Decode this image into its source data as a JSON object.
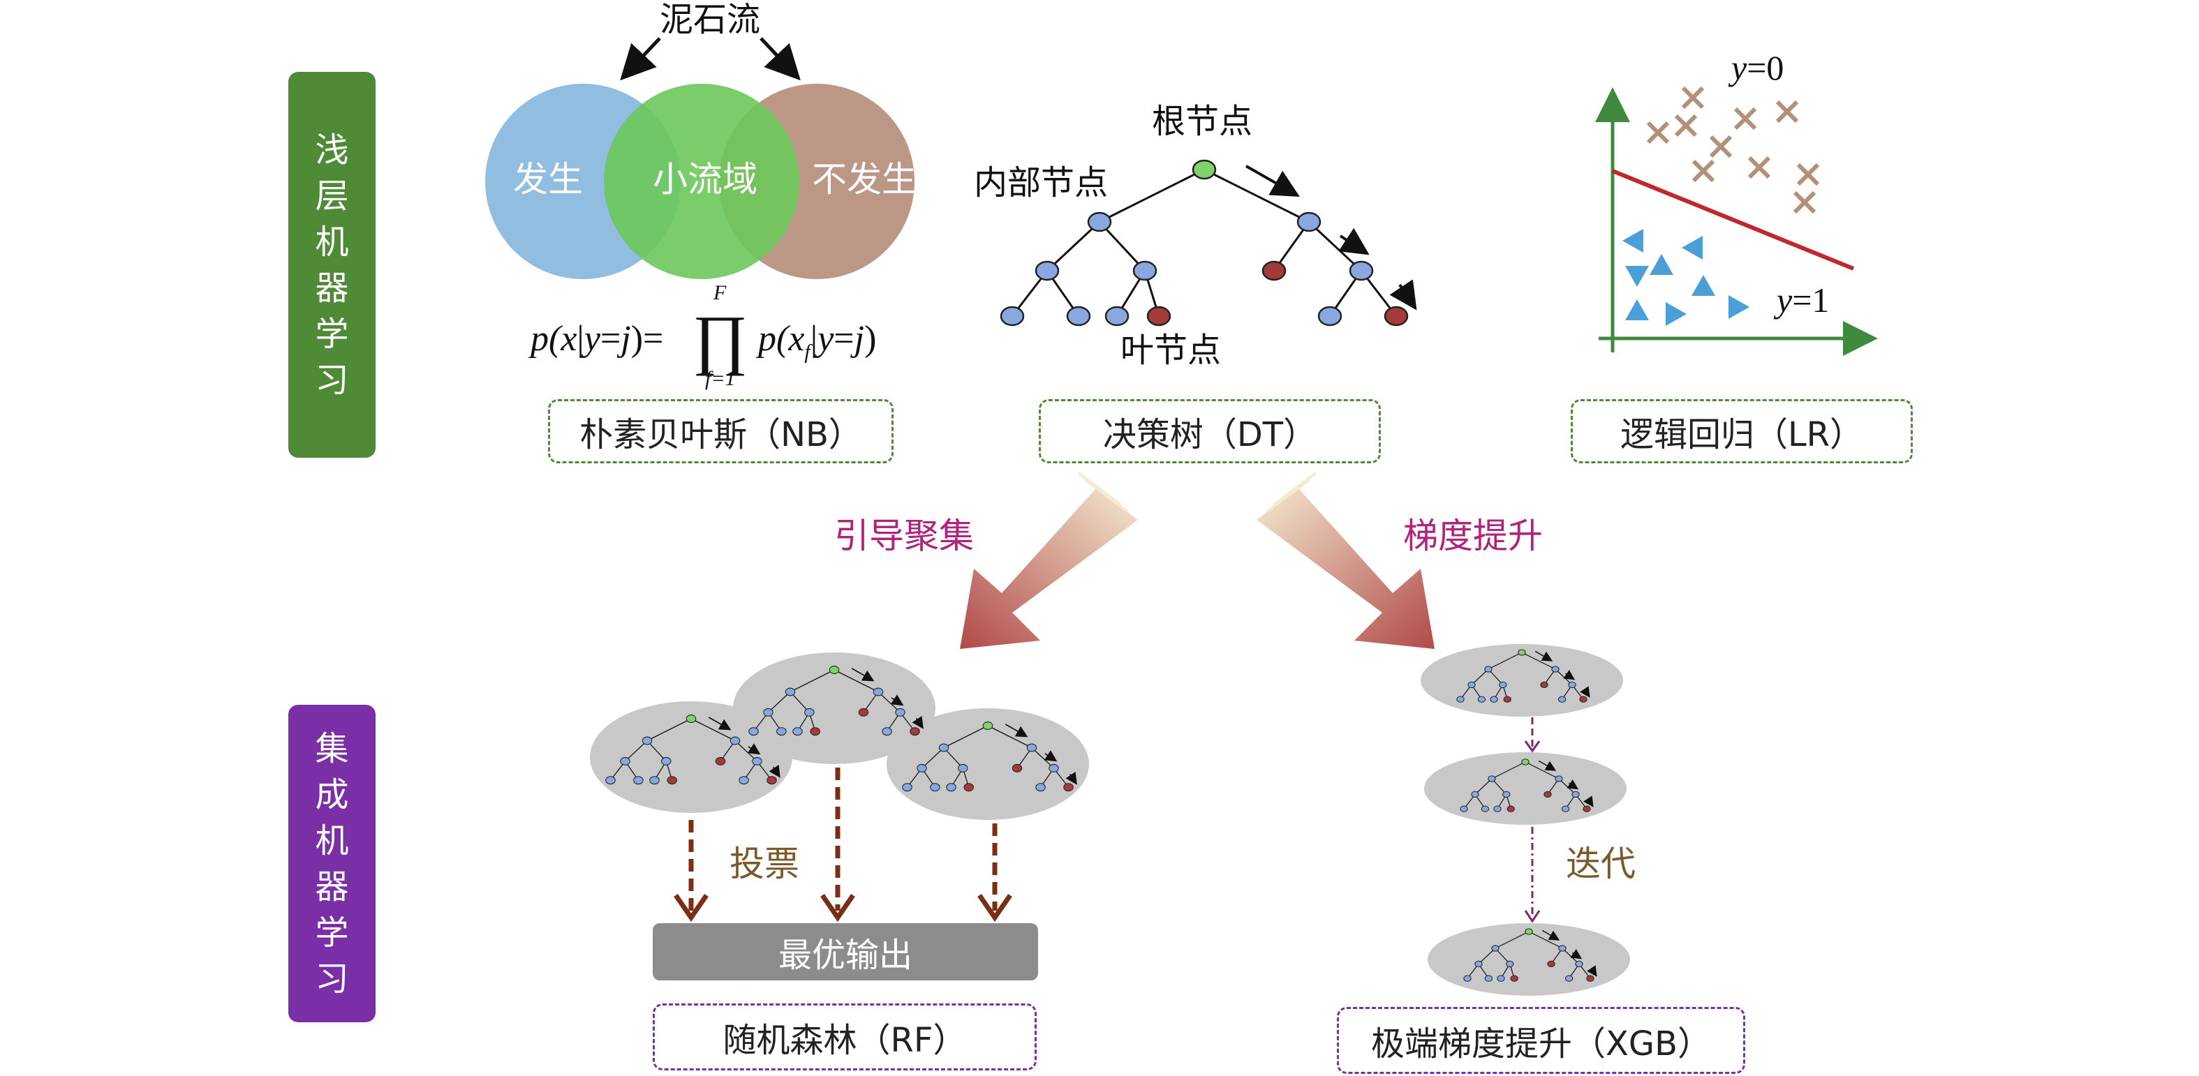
{
  "categories": {
    "shallow": {
      "chars": [
        "浅",
        "层",
        "机",
        "器",
        "学",
        "习"
      ],
      "color": "#4f8a37"
    },
    "ensemble": {
      "chars": [
        "集",
        "成",
        "机",
        "器",
        "学",
        "习"
      ],
      "color": "#7b2fa6"
    }
  },
  "naive_bayes": {
    "top_label": "泥石流",
    "circles": [
      {
        "label": "发生",
        "color": "#8bb9df"
      },
      {
        "label": "小流域",
        "color": "#6cc85a"
      },
      {
        "label": "不发生",
        "color": "#b89180"
      }
    ],
    "formula": {
      "lhs_p": "p(",
      "lhs_x": "x",
      "lhs_bar": "|",
      "lhs_y": "y",
      "lhs_eq": "=",
      "lhs_j": "j",
      "lhs_close": ")=",
      "prod_sym": "∏",
      "prod_top": "F",
      "prod_bottom": "f=1",
      "rhs_p": "p(",
      "rhs_x": "x",
      "rhs_sub": "f",
      "rhs_bar": "|",
      "rhs_y": "y",
      "rhs_eq": "=",
      "rhs_j": "j",
      "rhs_close": ")"
    },
    "name": "朴素贝叶斯（NB）"
  },
  "decision_tree": {
    "root_label": "根节点",
    "internal_label": "内部节点",
    "leaf_label": "叶节点",
    "name": "决策树（DT）",
    "colors": {
      "root": "#7fd36a",
      "internal": "#8aa8e0",
      "leaf_red": "#a53a3a"
    }
  },
  "logistic_regression": {
    "y0_label": "y",
    "y0_value": "=0",
    "y1_label": "y",
    "y1_value": "=1",
    "name": "逻辑回归（LR）",
    "colors": {
      "axis": "#3f8a3f",
      "line": "#c0282d",
      "cross": "#b49078",
      "triangle": "#4a9fd8"
    }
  },
  "arrows": {
    "left_label": "引导聚集",
    "right_label": "梯度提升",
    "label_color": "#b0237a"
  },
  "random_forest": {
    "vote_label": "投票",
    "output_label": "最优输出",
    "name": "随机森林（RF）",
    "arrow_color": "#7b2e16"
  },
  "xgboost": {
    "iterate_label": "迭代",
    "name": "极端梯度提升（XGB）",
    "arrow_color": "#7b2a6a"
  },
  "box_colors": {
    "shallow": "#4f8a37",
    "ensemble": "#7b2fa6"
  }
}
